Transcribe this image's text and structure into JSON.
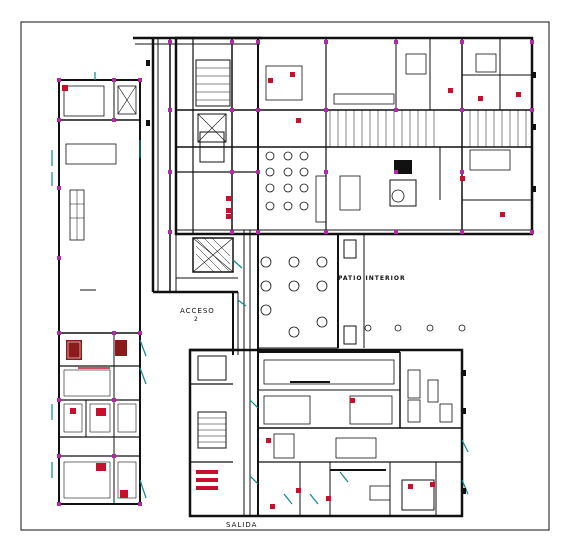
{
  "labels": {
    "acceso": "ACCESO",
    "acceso_num": "2",
    "salida": "SALIDA",
    "patio": "PATIO INTERIOR"
  },
  "colors": {
    "wall": "#111111",
    "column": "#b02aa6",
    "door": "#0a8a8a",
    "accent": "#c8102e"
  }
}
